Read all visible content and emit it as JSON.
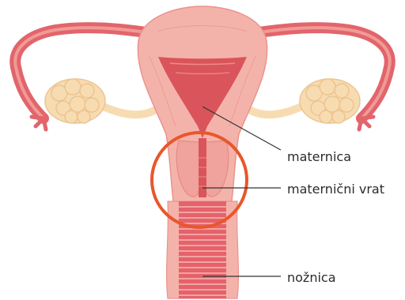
{
  "labels": {
    "uterus": "maternica",
    "cervix": "maternični vrat",
    "vagina": "nožnica"
  },
  "colors": {
    "uterus_outer": "#f4b3aa",
    "uterus_inner": "#d9555b",
    "tube": "#e2656b",
    "ovary": "#f7dcb2",
    "vagina": "#e5626a",
    "highlight_circle": "#e8572c",
    "leader_line": "#333333"
  }
}
